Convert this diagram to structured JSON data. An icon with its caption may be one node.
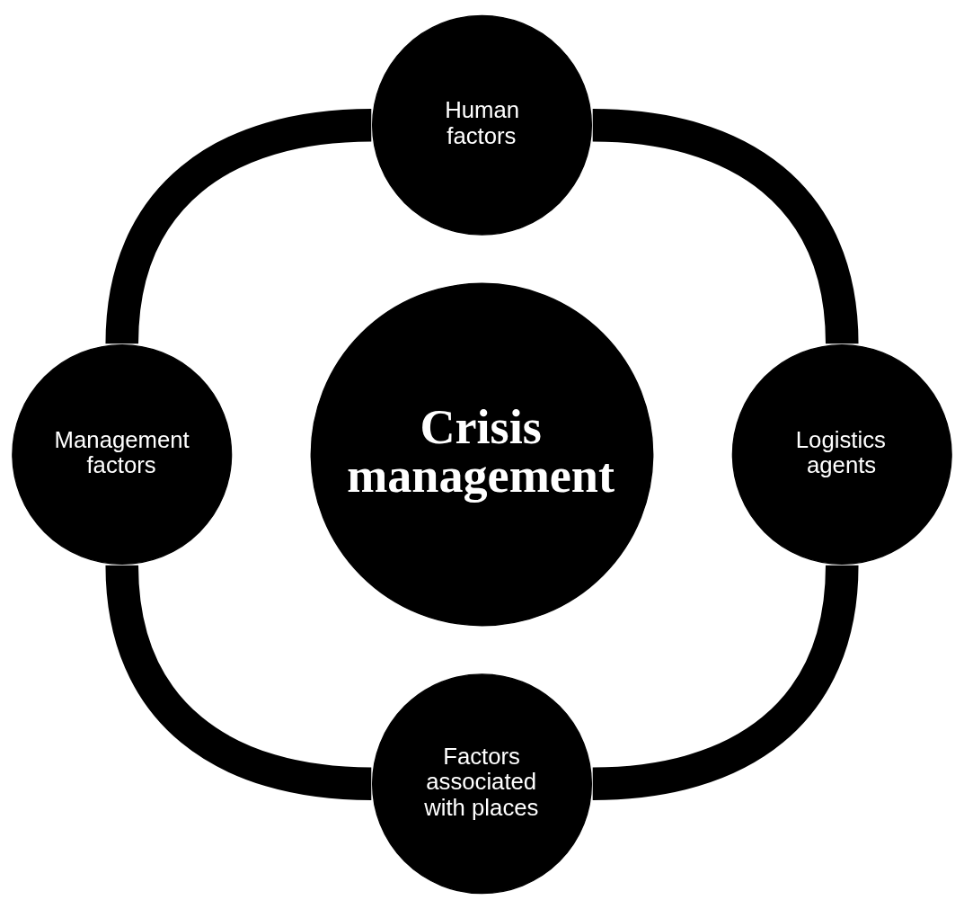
{
  "diagram": {
    "nodes": [
      {
        "text": [
          "Human factors"
        ]
      },
      {
        "text": [
          "Management factors"
        ]
      },
      {
        "text": [
          "Crisis management"
        ]
      },
      {
        "text": [
          "Logistics agents"
        ]
      },
      {
        "text": [
          "Factors associated with places"
        ]
      }
    ],
    "edges": [
      {
        "from": 0,
        "to": 3,
        "arrow": "none"
      },
      {
        "from": 3,
        "to": 4,
        "arrow": "none"
      },
      {
        "from": 4,
        "to": 1,
        "arrow": "none"
      },
      {
        "from": 1,
        "to": 0,
        "arrow": "none"
      }
    ]
  }
}
